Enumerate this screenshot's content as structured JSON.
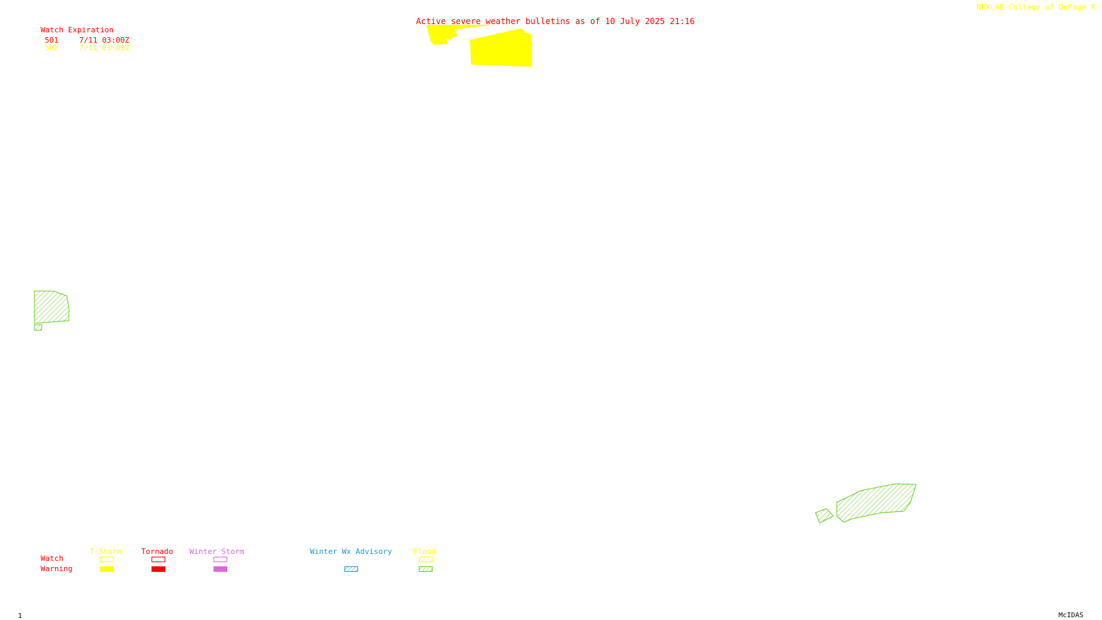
{
  "header": {
    "title": "Active severe weather bulletins as of 10 July 2025 21:16",
    "credit": "NEXLAB-College of DuPage R"
  },
  "watch_table": {
    "heading": "Watch Expiration",
    "rows": [
      {
        "number": "501",
        "expires": "7/11 03:00Z",
        "color": "#ff0000"
      },
      {
        "number": "502",
        "expires": "7/11 03:00Z",
        "color": "#ffff00"
      }
    ]
  },
  "legend": {
    "row_labels": {
      "watch": "Watch",
      "warning": "Warning"
    },
    "columns": [
      {
        "label": "T-Storm",
        "color": "#ffff00",
        "watch_style": "outline",
        "warning_style": "solid"
      },
      {
        "label": "Tornado",
        "color": "#ff0000",
        "watch_style": "outline",
        "warning_style": "solid"
      },
      {
        "label": "Winter Storm",
        "color": "#dd66dd",
        "watch_style": "outline",
        "warning_style": "solid"
      },
      {
        "label": "Winter Wx Advisory",
        "color": "#2299dd",
        "watch_style": "none",
        "warning_style": "hatched"
      },
      {
        "label": "Flood",
        "color": "#66cc22",
        "watch_style": "hatched",
        "warning_style": "hatched"
      }
    ]
  },
  "footer": {
    "frame_number": "1",
    "software": "McIDAS"
  },
  "colors": {
    "background": "#ffffff",
    "tstorm": "#ffff00",
    "tornado": "#ff0000",
    "winter_storm": "#dd66dd",
    "winter_advisory": "#2299dd",
    "flood": "#66cc22",
    "footer_text": "#000000"
  }
}
